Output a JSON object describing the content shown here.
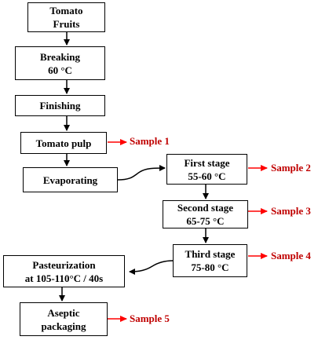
{
  "steps": {
    "tomato_fruits": "Tomato\nFruits",
    "breaking": "Breaking\n60 °C",
    "finishing": "Finishing",
    "tomato_pulp": "Tomato pulp",
    "evaporating": "Evaporating",
    "first_stage": "First stage\n55-60 °C",
    "second_stage": "Second stage\n65-75 °C",
    "third_stage": "Third stage\n75-80 °C",
    "pasteurization": "Pasteurization\nat 105-110°C / 40s",
    "aseptic": "Aseptic\npackaging"
  },
  "samples": {
    "s1": "Sample 1",
    "s2": "Sample 2",
    "s3": "Sample 3",
    "s4": "Sample 4",
    "s5": "Sample 5"
  },
  "colors": {
    "sample_text": "#c00000",
    "sample_arrow": "#ff0000",
    "flow_arrow": "#000000"
  }
}
